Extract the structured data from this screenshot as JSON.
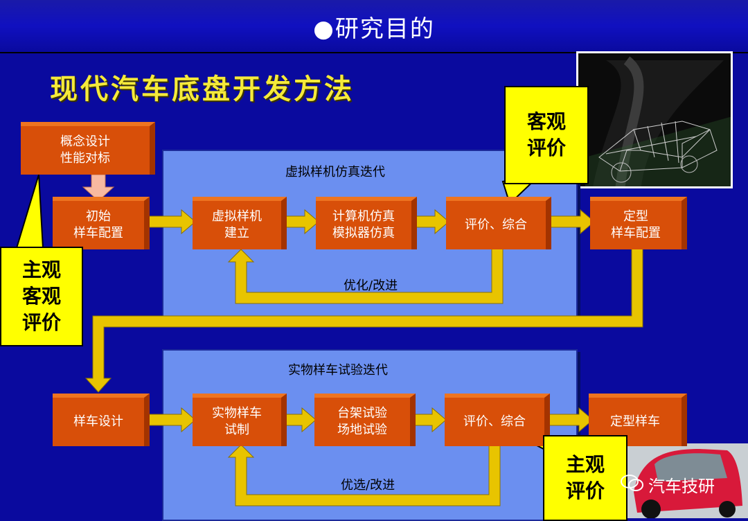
{
  "header": {
    "title": "●研究目的"
  },
  "main_title": "现代汽车底盘开发方法",
  "top_section": {
    "panel_label": "虚拟样机仿真迭代",
    "concept_box": "概念设计\n性能对标",
    "initial_box": "初始\n样车配置",
    "virtual_box": "虚拟样机\n建立",
    "simulate_box": "计算机仿真\n模拟器仿真",
    "evaluate_box": "评价、综合",
    "final_box": "定型\n样车配置",
    "loop_label": "优化/改进"
  },
  "bottom_section": {
    "panel_label": "实物样车试验迭代",
    "design_box": "样车设计",
    "prototype_box": "实物样车\n试制",
    "test_box": "台架试验\n场地试验",
    "evaluate_box": "评价、综合",
    "final_box": "定型样车",
    "loop_label": "优选/改进"
  },
  "callouts": {
    "objective_top": "客观\n评价",
    "mixed_left": "主观\n客观\n评价",
    "subjective_bottom": "主观\n评价"
  },
  "watermark": "汽车技研",
  "colors": {
    "background": "#0a0a9e",
    "box": "#d84f09",
    "panel": "#6b8ff0",
    "callout": "#ffff00",
    "arrow": "#e8c400"
  }
}
